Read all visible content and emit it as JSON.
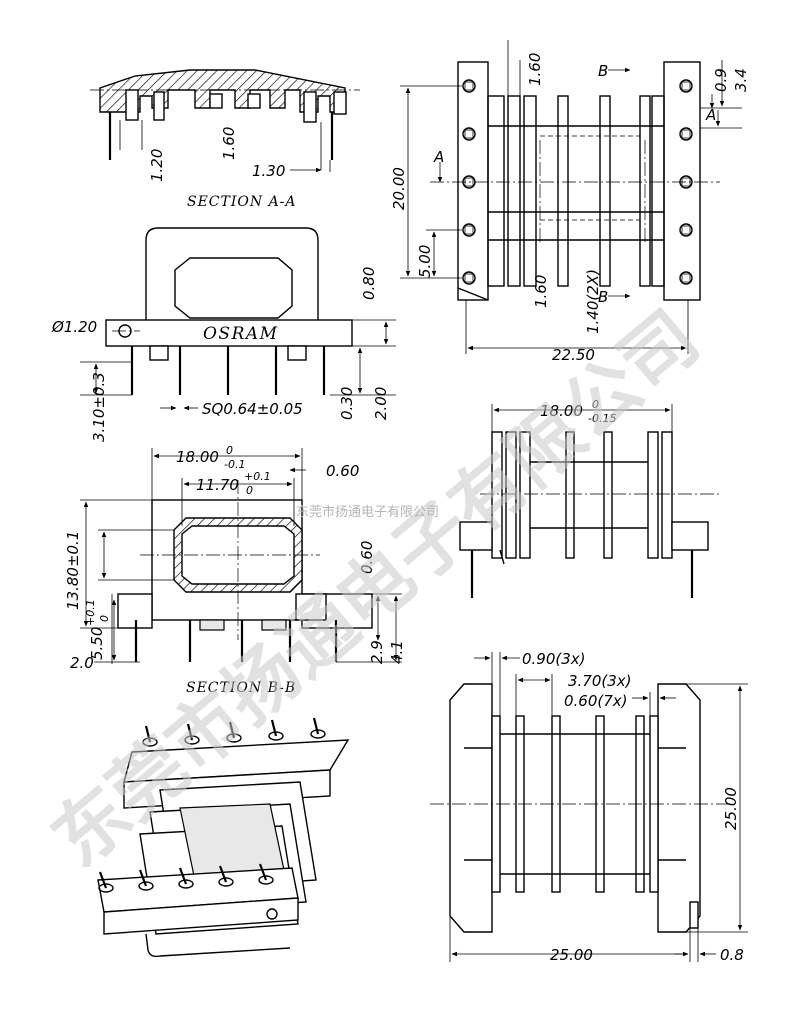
{
  "section_aa": {
    "caption": "SECTION A-A",
    "dims": [
      "1.20",
      "1.60",
      "1.30"
    ]
  },
  "front": {
    "brand": "OSRAM",
    "dims": [
      "Ø1.20",
      "0.80",
      "SQ0.64±0.05",
      "0.30",
      "2.00",
      "3.10±0.3"
    ]
  },
  "top_right": {
    "dims": [
      "1.60",
      "0.9",
      "3.4",
      "20.00",
      "5.00",
      "1.60",
      "1.40(2X)",
      "22.50"
    ],
    "markers": [
      "B",
      "B",
      "A",
      "A"
    ]
  },
  "section_bb": {
    "caption": "SECTION B-B",
    "dims": [
      "18.00",
      "0",
      "-0.1",
      "11.70",
      "+0.1",
      "0",
      "0.60",
      "0.60",
      "13.80±0.1",
      "5.50",
      "+0.1",
      "0",
      "2.0",
      "2.9",
      "4.1"
    ]
  },
  "side": {
    "dims": [
      "18.00",
      "0",
      "-0.15"
    ]
  },
  "bottom_right": {
    "dims": [
      "0.90(3x)",
      "3.70(3x)",
      "0.60(7x)",
      "25.00",
      "25.00",
      "0.8"
    ]
  },
  "watermark": {
    "large": "东莞市扬通电子有限公司",
    "small": "东莞市扬通电子有限公司"
  }
}
